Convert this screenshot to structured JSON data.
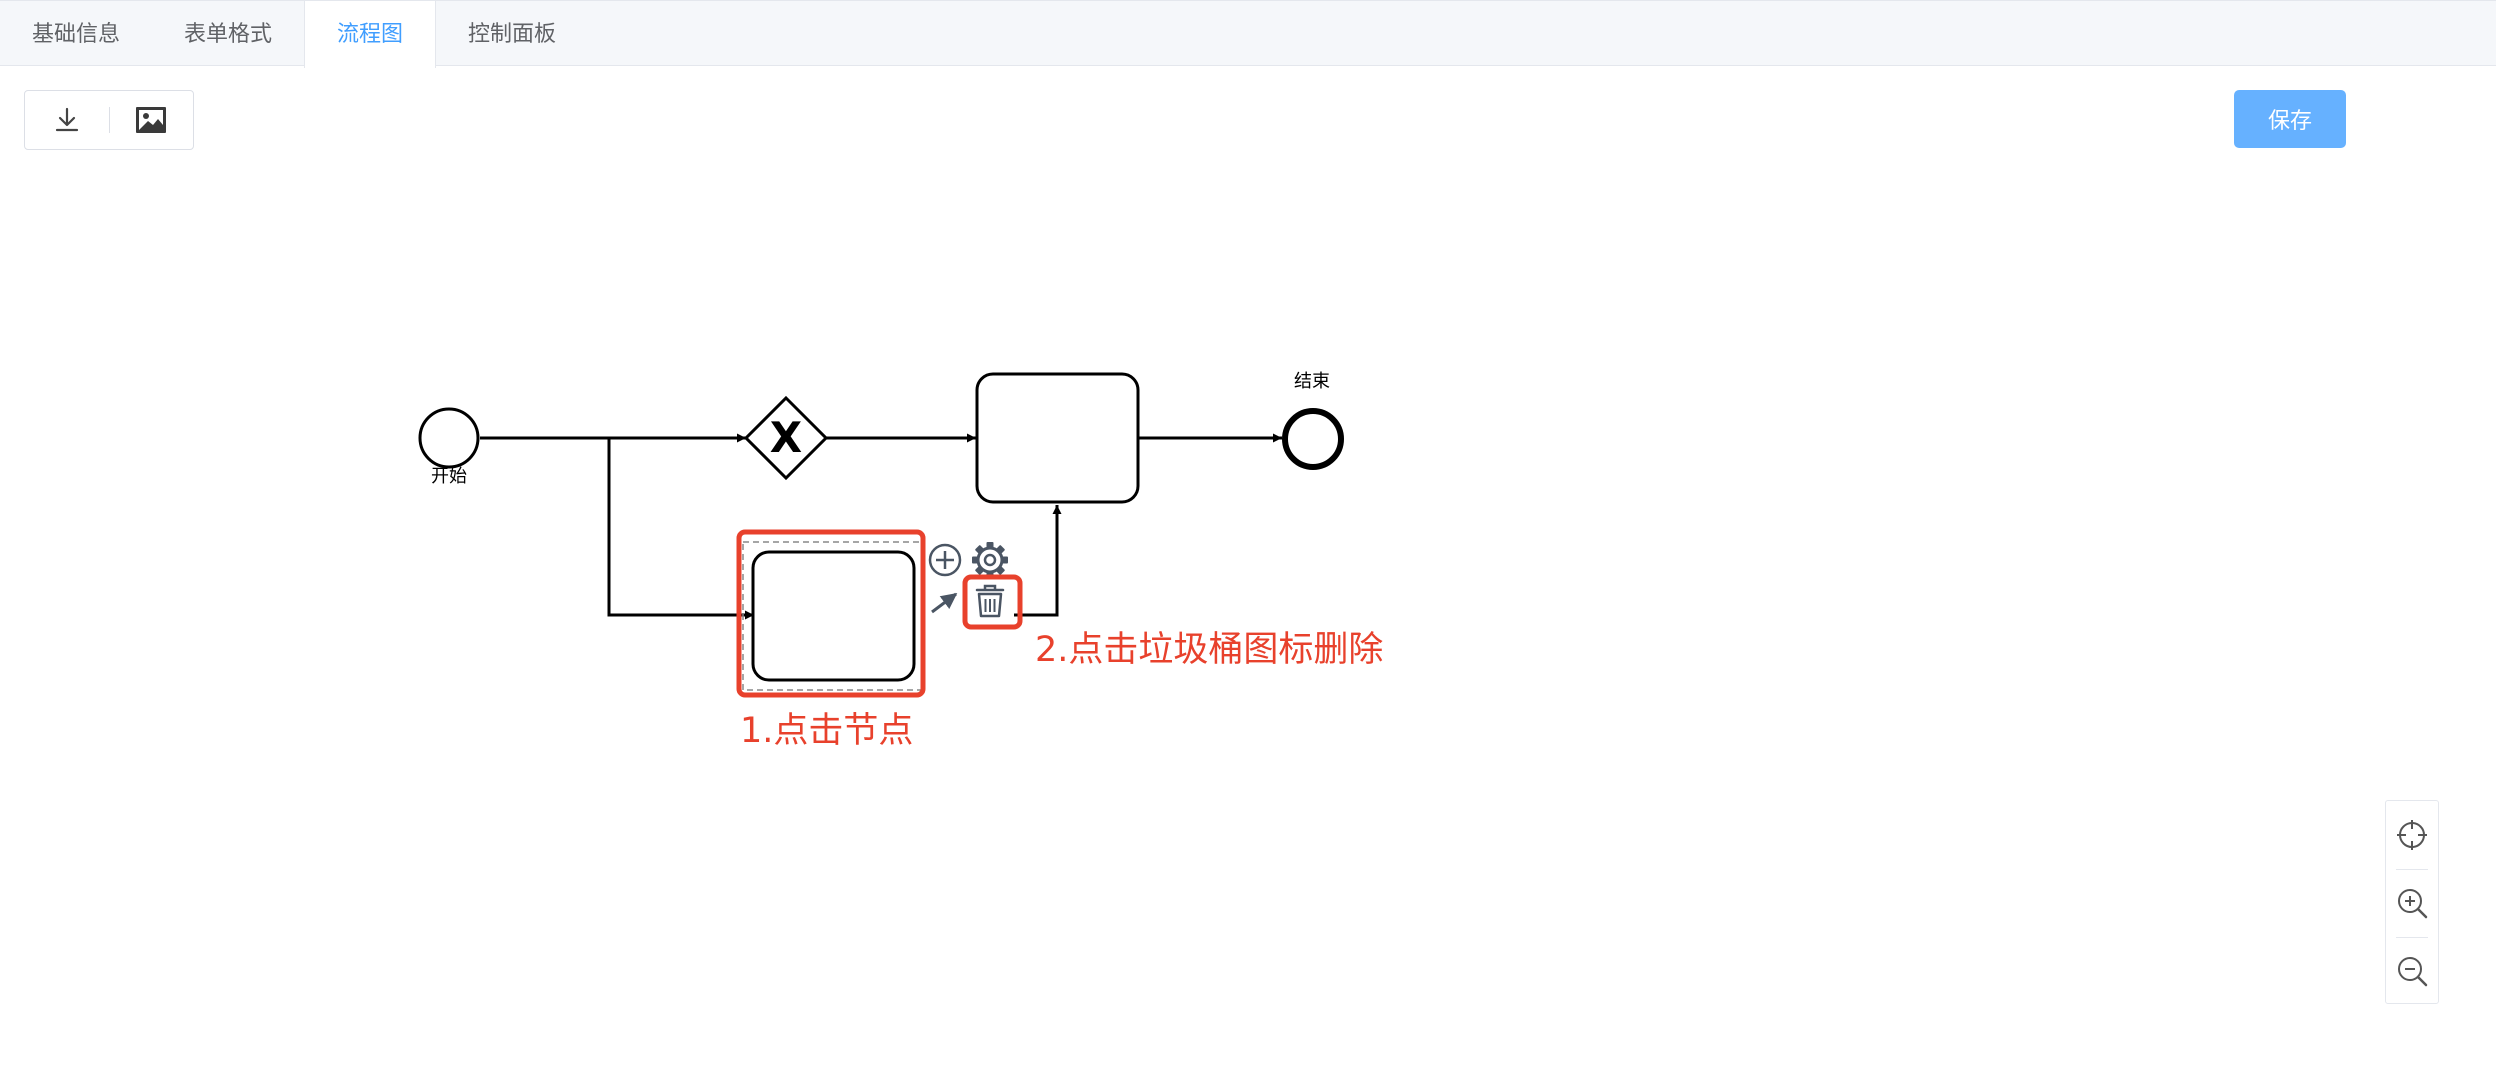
{
  "tabs": [
    {
      "label": "基础信息",
      "active": false
    },
    {
      "label": "表单格式",
      "active": false
    },
    {
      "label": "流程图",
      "active": true
    },
    {
      "label": "控制面板",
      "active": false
    }
  ],
  "toolbar": {
    "download_icon": "download-icon",
    "image_icon": "image-icon"
  },
  "save_label": "保存",
  "diagram": {
    "start_label": "开始",
    "end_label": "结束",
    "gateway_symbol": "X",
    "context_pad_icons": [
      "append-icon",
      "gear-icon",
      "trash-icon"
    ]
  },
  "annotations": {
    "step1": "1.点击节点",
    "step2": "2.点击垃圾桶图标删除",
    "color": "#e8412c"
  },
  "zoom": {
    "icons": [
      "reset-center-icon",
      "zoom-in-icon",
      "zoom-out-icon"
    ]
  },
  "colors": {
    "accent": "#409eff",
    "save_bg": "#66b1ff"
  }
}
